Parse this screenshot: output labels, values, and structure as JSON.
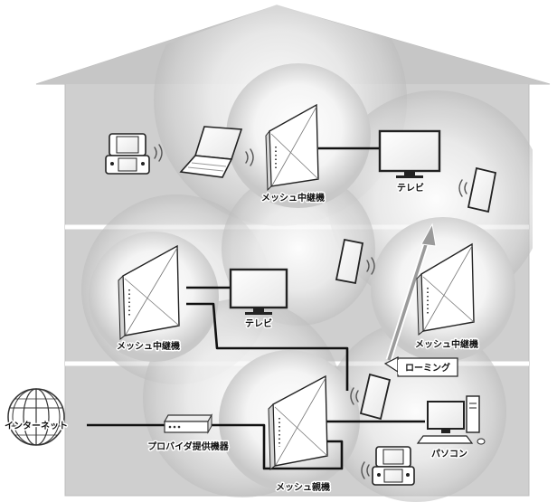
{
  "labels": {
    "internet": "インターネット",
    "provider": "プロバイダ提供機器",
    "mesh_parent": "メッシュ親機",
    "mesh_repeater_top": "メッシュ中継機",
    "mesh_repeater_left": "メッシュ中継機",
    "mesh_repeater_right": "メッシュ中継機",
    "tv_top": "テレビ",
    "tv_left": "テレビ",
    "pc": "パソコン",
    "roaming": "ローミング"
  },
  "colors": {
    "house_fill": "#d0d0d0",
    "house_edge": "#b8b8b8",
    "cable": "#111111",
    "arrow": "#9a9a9a"
  }
}
